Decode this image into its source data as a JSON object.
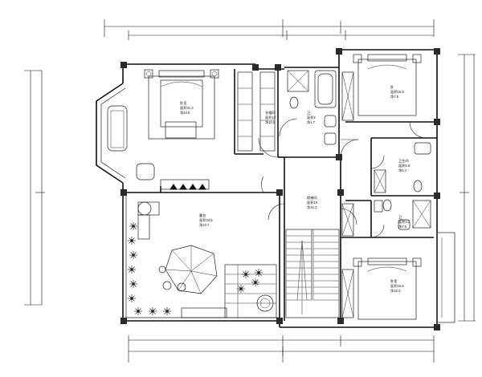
{
  "drawing": {
    "rooms": [
      {
        "id": "master-bedroom",
        "lines": [
          "卧室",
          "面积31.3",
          "净24.6"
        ]
      },
      {
        "id": "walk-in-closet",
        "lines": [
          "衣帽间",
          "面积12",
          "净10.5"
        ]
      },
      {
        "id": "bathroom-main",
        "lines": [
          "卫",
          "面积2",
          "净1.7"
        ]
      },
      {
        "id": "bedroom-ne",
        "lines": [
          "卧",
          "面积15.3",
          "净7.5"
        ]
      },
      {
        "id": "bathroom-east",
        "lines": [
          "卫生间",
          "面积5.5",
          "净5.4"
        ]
      },
      {
        "id": "terrace",
        "lines": [
          "露台",
          "面积34.5",
          "净23.7"
        ]
      },
      {
        "id": "stair-hall",
        "lines": [
          "楼梯间",
          "面积10",
          "净15.2"
        ]
      },
      {
        "id": "bathroom-small",
        "lines": [
          "卫",
          "面积3.2",
          "净7.9"
        ]
      },
      {
        "id": "bedroom-se",
        "lines": [
          "卧室",
          "面积15.6",
          "净18.2"
        ]
      }
    ]
  }
}
